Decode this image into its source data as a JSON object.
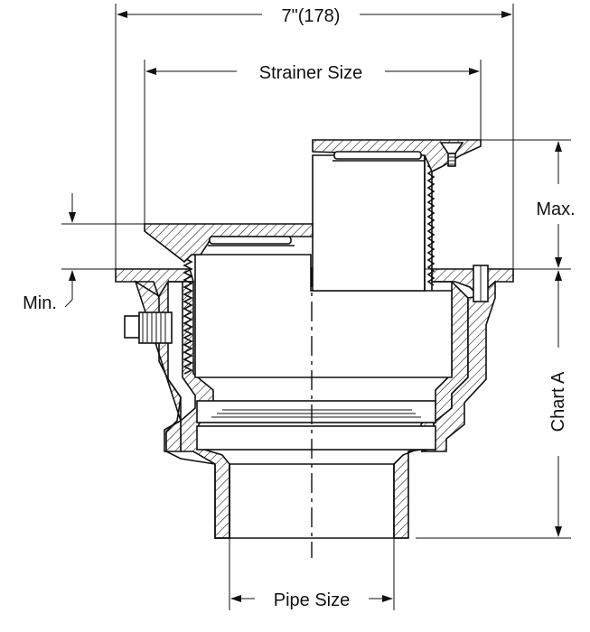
{
  "dimensions": {
    "overall_width": "7\"(178)",
    "strainer_size": "Strainer Size",
    "max": "Max.",
    "min": "Min.",
    "chart_a": "Chart A",
    "pipe_size": "Pipe Size"
  },
  "colors": {
    "line": "#111111",
    "background": "#ffffff"
  }
}
